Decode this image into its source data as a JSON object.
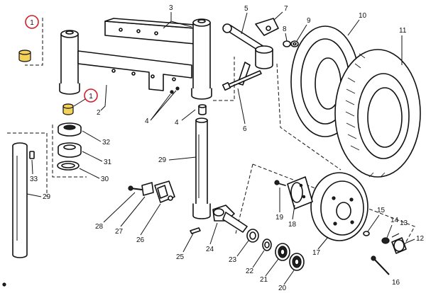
{
  "callouts": {
    "c1a": "1",
    "c1b": "1",
    "c2": "2",
    "c3": "3",
    "c4a": "4",
    "c4b": "4",
    "c5": "5",
    "c6": "6",
    "c7": "7",
    "c8": "8",
    "c9": "9",
    "c10": "10",
    "c11": "11",
    "c12": "12",
    "c13": "13",
    "c14": "14",
    "c15": "15",
    "c16": "16",
    "c17": "17",
    "c18": "18",
    "c19": "19",
    "c20": "20",
    "c21": "21",
    "c22": "22",
    "c23": "23",
    "c24": "24",
    "c25": "25",
    "c26": "26",
    "c27": "27",
    "c28": "28",
    "c29a": "29",
    "c29b": "29",
    "c30": "30",
    "c31": "31",
    "c32": "32",
    "c33": "33"
  },
  "highlight_color": "#d0202a",
  "accent_color": "#f3d15a"
}
